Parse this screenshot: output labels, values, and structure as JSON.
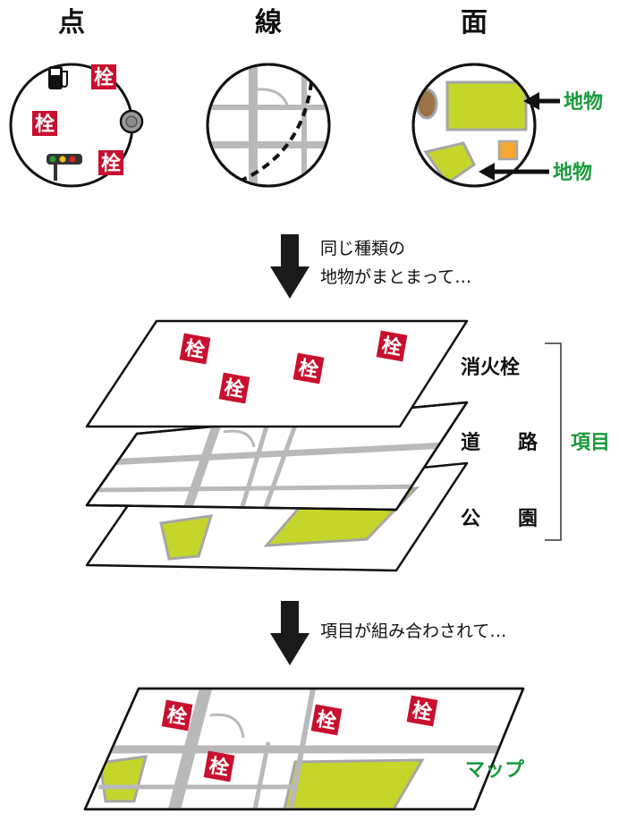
{
  "colors": {
    "hydrant": "#c8102e",
    "park": "#c5d62a",
    "road": "#b9b9b9",
    "green_label": "#1a9a3c",
    "arrow": "#1a1a1a"
  },
  "top": {
    "point_title": "点",
    "line_title": "線",
    "area_title": "面",
    "callout1": "地物",
    "callout2": "地物"
  },
  "step1": {
    "line1": "同じ種類の",
    "line2": "地物がまとまって…"
  },
  "layers": {
    "hydrant_label": "消火栓",
    "road_label_1": "道",
    "road_label_2": "路",
    "park_label_1": "公",
    "park_label_2": "園",
    "bracket_label": "項目"
  },
  "step2": {
    "line1": "項目が組み合わされて…"
  },
  "result": {
    "map_label": "マップ"
  },
  "hydrant_symbol": "栓",
  "icons": [
    "fuel-pump-icon",
    "manhole-icon",
    "traffic-signal-icon",
    "hydrant-icon"
  ]
}
